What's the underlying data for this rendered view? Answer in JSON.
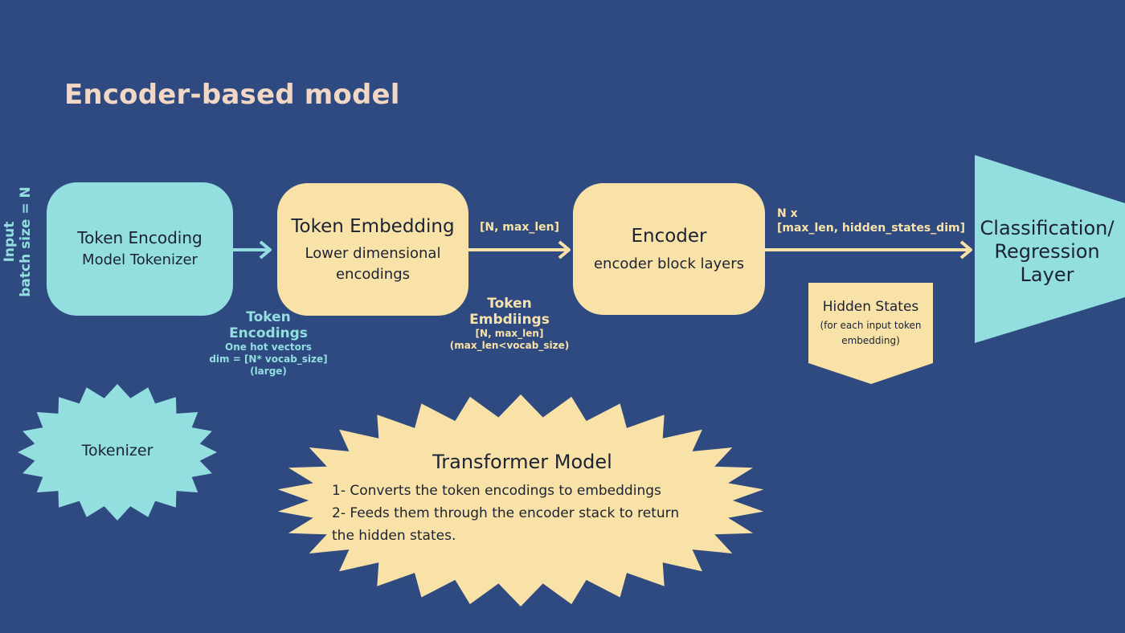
{
  "title": "Encoder-based model",
  "input_label": {
    "line1": "Input",
    "line2": "batch size = N"
  },
  "tokenizer_box": {
    "line1": "Token Encoding",
    "line2": "Model Tokenizer"
  },
  "embedding_box": {
    "title": "Token Embedding",
    "line1": "Lower dimensional",
    "line2": "encodings"
  },
  "encoder_box": {
    "title": "Encoder",
    "subtitle": "encoder block layers"
  },
  "arrow_embedding_to_encoder_label": "[N, max_len]",
  "arrow_encoder_to_head_label": {
    "line1": "N x",
    "line2": "[max_len, hidden_states_dim]"
  },
  "token_encodings_label": {
    "line1": "Token",
    "line2": "Encodings",
    "detail1": "One hot vectors",
    "detail2": "dim = [N* vocab_size]",
    "detail3": "(large)"
  },
  "token_embeddings_label": {
    "line1": "Token",
    "line2": "Embdiings",
    "detail1": "[N, max_len]",
    "detail2": "(max_len<vocab_size)"
  },
  "hidden_states": {
    "title": "Hidden States",
    "line1": "(for each input token",
    "line2": "embedding)"
  },
  "head": {
    "line1": "Classification/",
    "line2": "Regression",
    "line3": "Layer"
  },
  "tokenizer_star": {
    "label": "Tokenizer"
  },
  "transformer_star": {
    "title": "Transformer Model",
    "items": [
      "1- Converts the token encodings to embeddings",
      "2- Feeds them through the encoder stack to return",
      "the hidden states."
    ]
  },
  "colors": {
    "background": "#2e4a80",
    "cyan": "#93dfe0",
    "cream": "#f9e2a7",
    "title": "#f1d7c4"
  }
}
